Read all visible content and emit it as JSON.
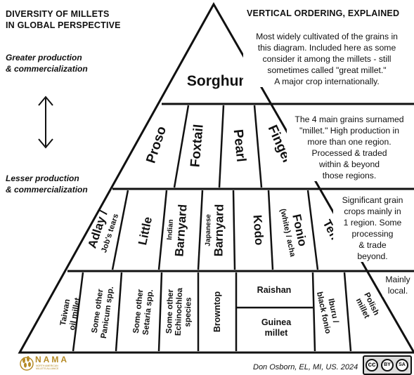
{
  "headings": {
    "left": [
      "DIVERSITY OF MILLETS",
      "IN GLOBAL PERSPECTIVE"
    ],
    "right": "VERTICAL ORDERING, EXPLAINED"
  },
  "axis": {
    "top": [
      "Greater production",
      "& commercialization"
    ],
    "bottom": [
      "Lesser production",
      "& commercialization"
    ]
  },
  "tiers": {
    "top": "Sorghum",
    "second": [
      "Proso",
      "Foxtail",
      "Pearl",
      "Finger"
    ],
    "third": [
      {
        "main": "Adlay /",
        "sub": "Job's tears"
      },
      {
        "main": "Little"
      },
      {
        "pre": "Indian",
        "main": "Barnyard"
      },
      {
        "pre": "Japanese",
        "main": "Barnyard"
      },
      {
        "main": "Kodo"
      },
      {
        "main": "Fonio",
        "sub": "(white) / acha"
      },
      {
        "main": "Teff"
      }
    ],
    "bottom": [
      [
        "Taiwan",
        "oil millet"
      ],
      [
        "Some other",
        "Panicum spp."
      ],
      [
        "Some other",
        "Setaria spp."
      ],
      [
        "Some other",
        "Echinochloa",
        "species"
      ],
      [
        "Browntop"
      ],
      [
        "Raishan"
      ],
      [
        "Guinea",
        "millet"
      ],
      [
        "Iburu /",
        "black fonio"
      ],
      [
        "Polish",
        "millet"
      ]
    ]
  },
  "descriptions": {
    "tier1": [
      "Most widely cultivated of the grains in",
      "this diagram. Included here as some",
      "consider it among the millets - still",
      "sometimes called \"great millet.\"",
      "A major crop internationally."
    ],
    "tier2": [
      "The 4 main grains surnamed",
      "\"millet.\" High production in",
      "more than one region.",
      "Processed & traded",
      "within & beyond",
      "those regions."
    ],
    "tier3": [
      "Significant grain",
      "crops mainly in",
      "1 region. Some",
      "processing",
      "& trade",
      "beyond."
    ],
    "tier4": [
      "Mainly",
      "local."
    ]
  },
  "logo": {
    "name": "NAMA",
    "sub": [
      "NORTH AMERICAN",
      "MILLETS ALLIANCE"
    ]
  },
  "credit": "Don Osborn, EL, MI, US. 2024",
  "license": {
    "labels": [
      "cc",
      "BY",
      "SA"
    ]
  },
  "colors": {
    "logo": "#b58a25",
    "line": "#111111"
  }
}
